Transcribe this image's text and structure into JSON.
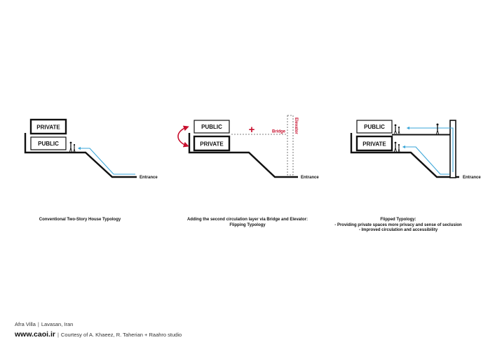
{
  "labels": {
    "private": "PRIVATE",
    "public": "PUBLIC",
    "entrance": "Entrance",
    "bridge": "Bridge",
    "elevator": "Elevator",
    "plus": "+"
  },
  "captions": {
    "d1": "Conventional Two-Story House Typology",
    "d2_line1": "Adding the second circulation layer via Bridge and Elevator:",
    "d2_line2": "Flipping Typology",
    "d3_line1": "Flipped Typology:",
    "d3_line2": "- Providing private spaces more privacy and sense of seclusion",
    "d3_line3": "- Improved circulation and accessibility"
  },
  "footer": {
    "project": "Afra Villa",
    "location": "Lavasan, Iran",
    "site": "www.caoi.ir",
    "credit": "Courtesy of A. Khaeez, R. Taherian + Raahro studio"
  },
  "colors": {
    "line": "#111111",
    "accent_red": "#c8102e",
    "path_blue": "#3aa6d8"
  }
}
